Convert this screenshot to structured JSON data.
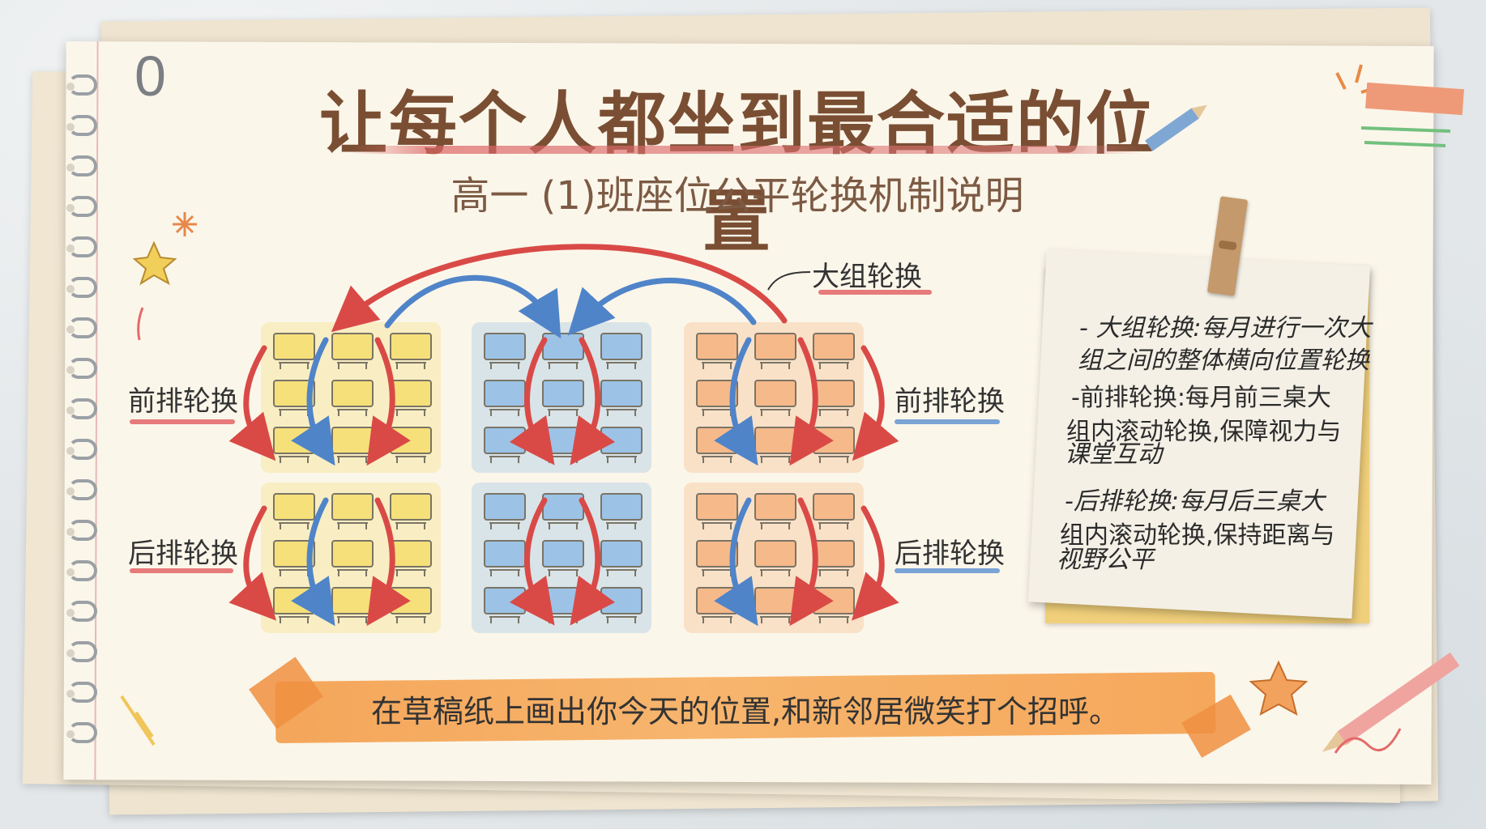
{
  "page_number": "0",
  "title": "让每个人都坐到最合适的位置",
  "subtitle": "高一 (1)班座位公平轮换机制说明",
  "labels": {
    "group_rotation": "大组轮换",
    "front_rotation": "前排轮换",
    "back_rotation": "后排轮换"
  },
  "notes": [
    "- 大组轮换:每月进行一次大",
    "组之间的整体横向位置轮换",
    "-前排轮换:每月前三桌大",
    "组内滚动轮换,保障视力与",
    "课堂互动",
    "-后排轮换:每月后三桌大",
    "组内滚动轮换,保持距离与",
    "视野公平"
  ],
  "banner": "在草稿纸上画出你今天的位置,和新邻居微笑打个招呼。",
  "colors": {
    "group1": "#f6e07a",
    "group2": "#9cc3e6",
    "group3": "#f6b98a",
    "arrow_red": "#d94a47",
    "arrow_blue": "#4f84c9",
    "title": "#7a4e33"
  },
  "diagram": {
    "groups": 3,
    "blocks_per_group": 2,
    "desks_per_block_rows": 3,
    "desks_per_block_cols": 3
  }
}
